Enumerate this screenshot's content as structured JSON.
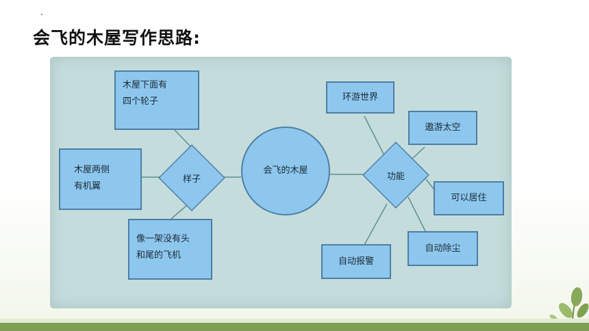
{
  "slide": {
    "title": "会飞的木屋写作思路:"
  },
  "diagram": {
    "center": "会飞的木屋",
    "left_hub": "样子",
    "right_hub": "功能",
    "left_nodes": [
      {
        "line1": "木屋下面有",
        "line2": "四个轮子"
      },
      {
        "line1": "木屋两侧",
        "line2": "有机翼"
      },
      {
        "line1": "像一架没有头",
        "line2": "和尾的飞机"
      }
    ],
    "right_nodes": [
      "环游世界",
      "遨游太空",
      "可以居住",
      "自动除尘",
      "自动报警"
    ]
  },
  "colors": {
    "node_fill": "#8dc7ee",
    "node_border": "#4d7da6",
    "panel_bg": "#c4dcdb",
    "connector": "#5f8f8f",
    "footer_bar": "#7f9e55"
  },
  "icons": [
    "leaf-plant-icon"
  ]
}
